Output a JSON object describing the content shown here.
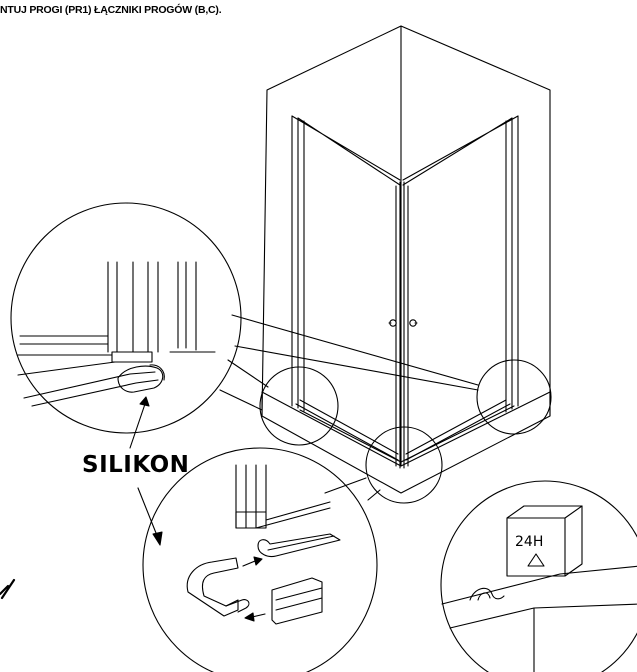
{
  "header": {
    "text": "NTUJ PROGI (PR1) ŁĄCZNIKI PROGÓW (B,C)."
  },
  "callout": {
    "text": "SILIKON"
  },
  "box": {
    "text": "24H"
  },
  "colors": {
    "line": "#000000",
    "background": "#ffffff"
  }
}
